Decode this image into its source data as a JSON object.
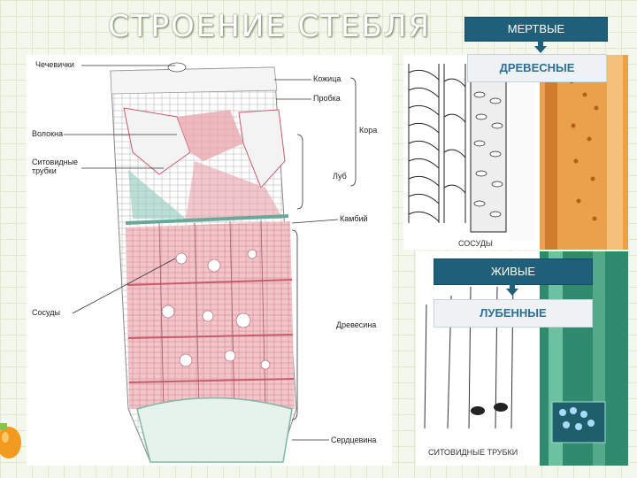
{
  "slide": {
    "title": "СТРОЕНИЕ СТЕБЛЯ"
  },
  "diagram": {
    "labels_left": {
      "lenticels": "Чечевички",
      "fibers": "Волокна",
      "sieve_tubes_line1": "Ситовидные",
      "sieve_tubes_line2": "трубки",
      "vessels": "Сосуды"
    },
    "labels_right": {
      "skin": "Кожица",
      "cork": "Пробка",
      "bark": "Кора",
      "bast": "Луб",
      "cambium": "Камбий",
      "wood": "Древесина",
      "pith": "Сердцевина"
    }
  },
  "tags": {
    "dead": "МЕРТВЫЕ",
    "woody": "ДРЕВЕСНЫЕ",
    "alive": "ЖИВЫЕ",
    "bast": "ЛУБЕННЫЕ"
  },
  "photos": {
    "vessels_caption": "СОСУДЫ",
    "sieve_caption": "СИТОВИДНЫЕ ТРУБКИ"
  },
  "colors": {
    "tag_dark": "#1f5f7a",
    "wood_pink": "#e8a2aa",
    "phloem_teal": "#8fc9b9"
  }
}
